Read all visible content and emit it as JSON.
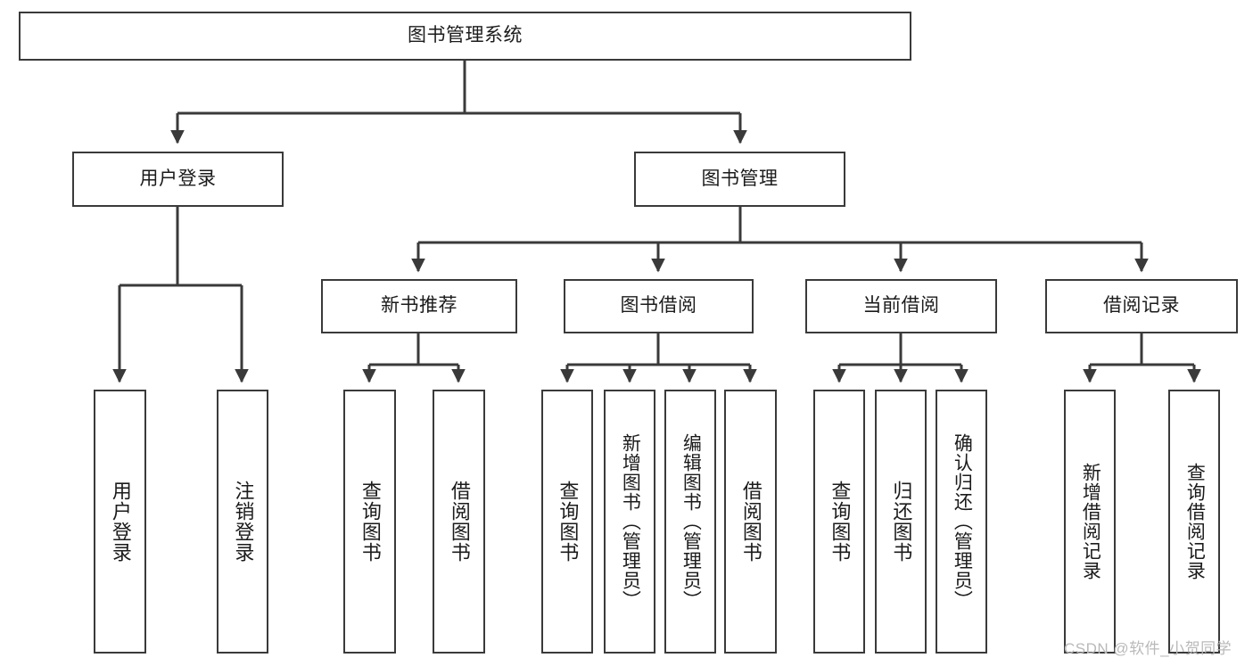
{
  "diagram": {
    "type": "tree",
    "title": "图书管理系统",
    "watermark": "CSDN @软件_小贺同学",
    "colors": {
      "box_border": "#3a3a3a",
      "box_fill": "#ffffff",
      "edge": "#3a3a3a",
      "text": "#1b1b1b",
      "watermark": "#b9b9b9"
    },
    "root": {
      "label": "图书管理系统"
    },
    "level2": [
      {
        "label": "用户登录"
      },
      {
        "label": "图书管理"
      }
    ],
    "level3": [
      {
        "label": "新书推荐"
      },
      {
        "label": "图书借阅"
      },
      {
        "label": "当前借阅"
      },
      {
        "label": "借阅记录"
      }
    ],
    "leaves": {
      "user_login": [
        {
          "label": "用户登录"
        },
        {
          "label": "注销登录"
        }
      ],
      "new_book_recommend": [
        {
          "label": "查询图书"
        },
        {
          "label": "借阅图书"
        }
      ],
      "book_borrow": [
        {
          "label": "查询图书"
        },
        {
          "label": "新增图书（管理员）"
        },
        {
          "label": "编辑图书（管理员）"
        },
        {
          "label": "借阅图书"
        }
      ],
      "current_borrow": [
        {
          "label": "查询图书"
        },
        {
          "label": "归还图书"
        },
        {
          "label": "确认归还（管理员）"
        }
      ],
      "borrow_record": [
        {
          "label": "新增借阅记录"
        },
        {
          "label": "查询借阅记录"
        }
      ]
    }
  }
}
